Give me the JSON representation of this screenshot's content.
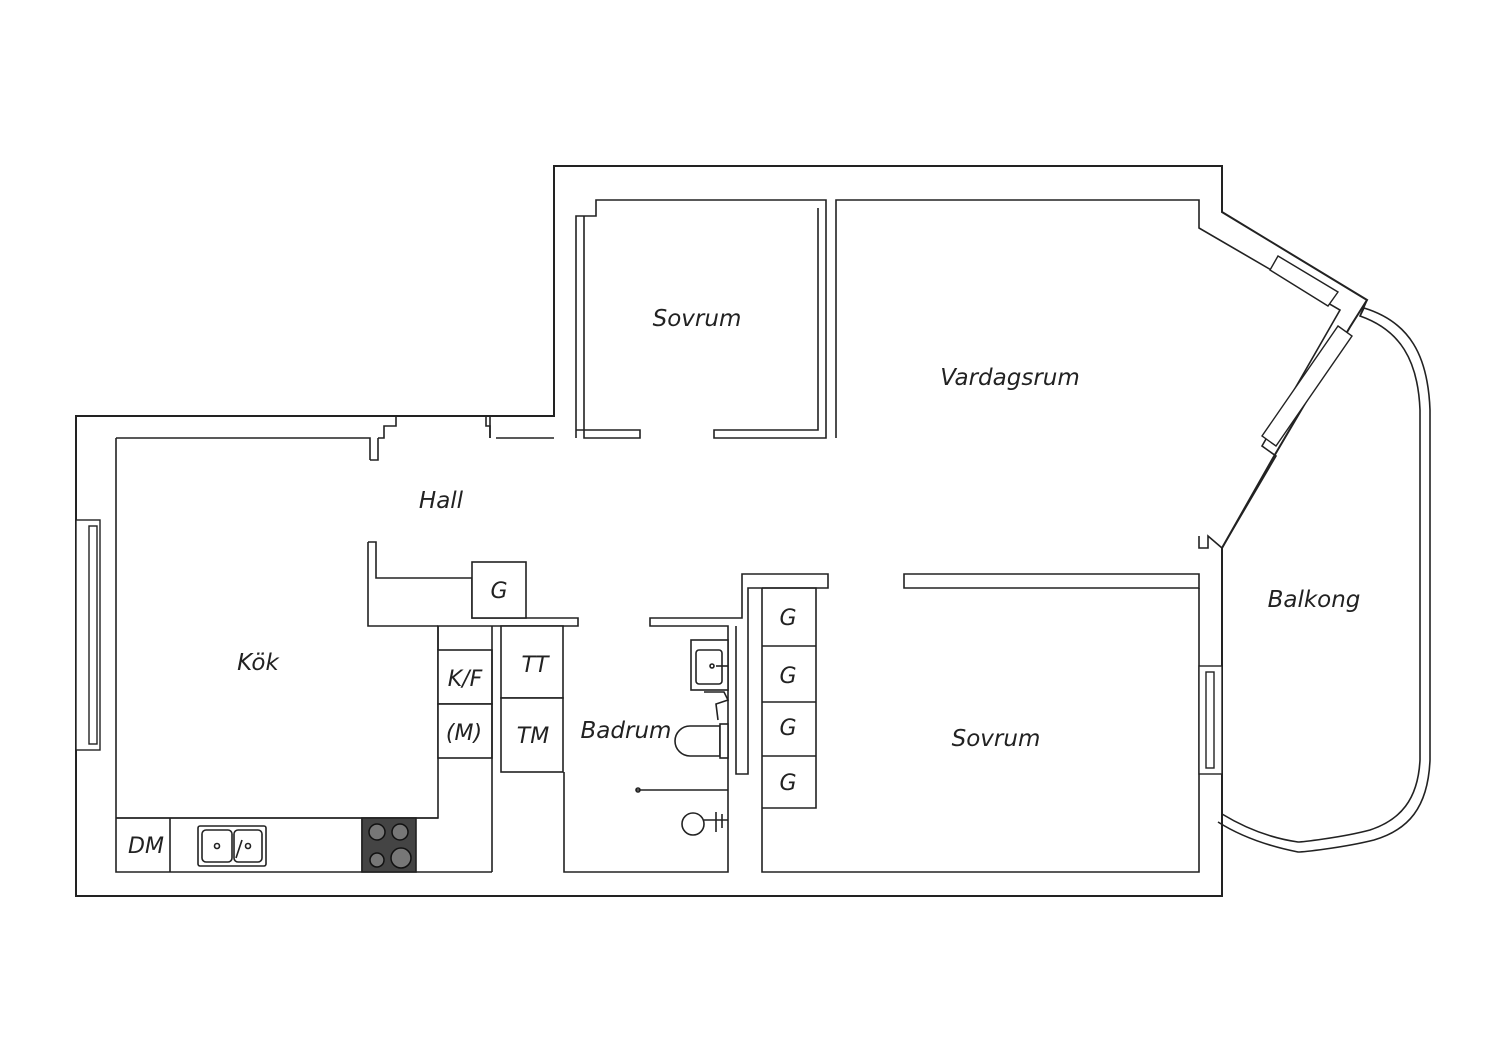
{
  "rooms": {
    "sovrum_top": "Sovrum",
    "vardagsrum": "Vardagsrum",
    "hall": "Hall",
    "kok": "Kök",
    "badrum": "Badrum",
    "sovrum_bottom": "Sovrum",
    "balkong": "Balkong"
  },
  "fixtures": {
    "g_hall": "G",
    "kf": "K/F",
    "m": "(M)",
    "tt": "TT",
    "tm": "TM",
    "dm": "DM",
    "wardrobes": [
      "G",
      "G",
      "G",
      "G"
    ]
  },
  "colors": {
    "line": "#222222",
    "background": "#ffffff",
    "stove": "#444444"
  }
}
